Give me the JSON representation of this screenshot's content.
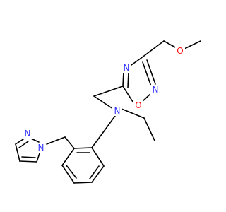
{
  "colors": {
    "bond": "#000000",
    "nitrogen": "#3333ff",
    "oxygen": "#ff0d0d",
    "background": "#ffffff"
  },
  "atoms": {
    "o_methoxy": {
      "label": "O",
      "element": "oxygen"
    },
    "n_oxadiazole_4": {
      "label": "N",
      "element": "nitrogen"
    },
    "n_oxadiazole_2": {
      "label": "N",
      "element": "nitrogen"
    },
    "o_oxadiazole_1": {
      "label": "O",
      "element": "oxygen"
    },
    "n_amine": {
      "label": "N",
      "element": "nitrogen"
    },
    "n_pyrazole_2": {
      "label": "N",
      "element": "nitrogen"
    },
    "n_pyrazole_1": {
      "label": "N",
      "element": "nitrogen"
    }
  }
}
